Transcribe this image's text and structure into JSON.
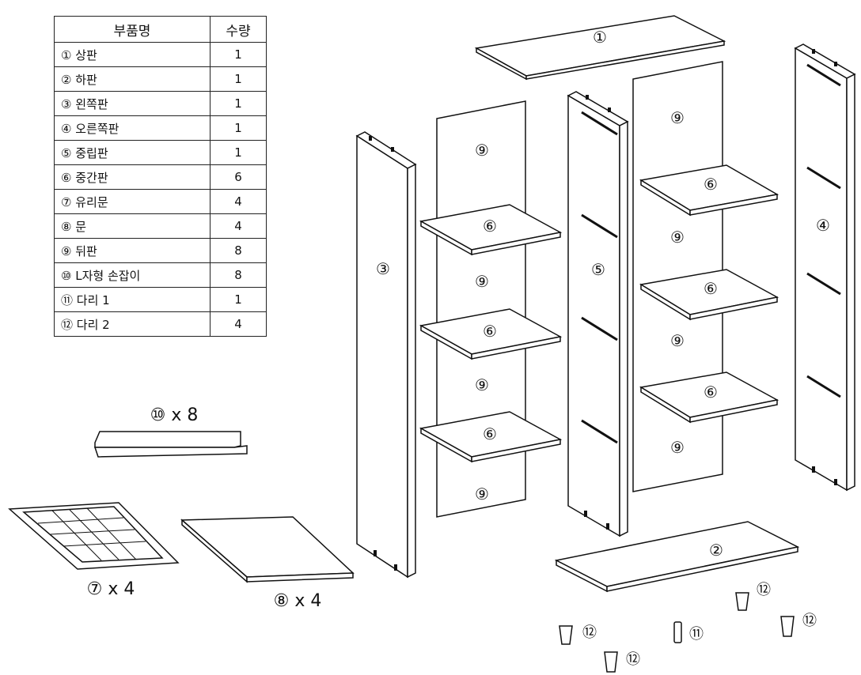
{
  "table": {
    "headers": {
      "name": "부품명",
      "qty": "수량"
    },
    "rows": [
      {
        "name": "① 상판",
        "qty": "1"
      },
      {
        "name": "② 하판",
        "qty": "1"
      },
      {
        "name": "③ 왼쪽판",
        "qty": "1"
      },
      {
        "name": "④ 오른쪽판",
        "qty": "1"
      },
      {
        "name": "⑤ 중립판",
        "qty": "1"
      },
      {
        "name": "⑥ 중간판",
        "qty": "6"
      },
      {
        "name": "⑦ 유리문",
        "qty": "4"
      },
      {
        "name": "⑧ 문",
        "qty": "4"
      },
      {
        "name": "⑨ 뒤판",
        "qty": "8"
      },
      {
        "name": "⑩ L자형 손잡이",
        "qty": "8"
      },
      {
        "name": "⑪ 다리 1",
        "qty": "1"
      },
      {
        "name": "⑫ 다리 2",
        "qty": "4"
      }
    ]
  },
  "labels": {
    "p1": "①",
    "p2": "②",
    "p3": "③",
    "p4": "④",
    "p5": "⑤",
    "p6": "⑥",
    "p9": "⑨",
    "p11": "⑪",
    "p12": "⑫"
  },
  "captions": {
    "handle": "⑩ x 8",
    "glass_door": "⑦ x 4",
    "door": "⑧ x 4"
  }
}
